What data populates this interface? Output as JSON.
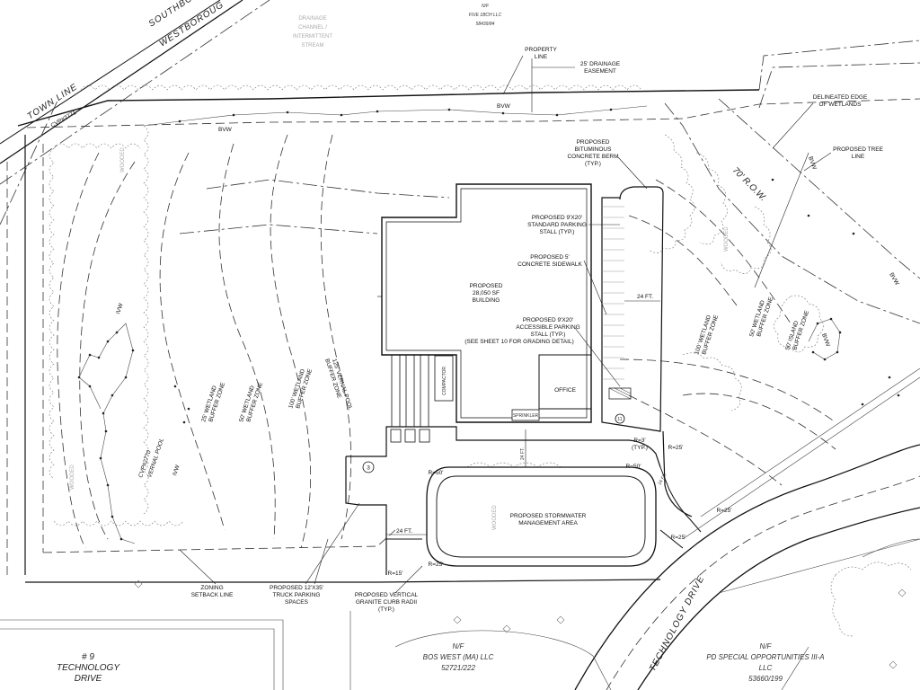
{
  "labels": {
    "town_line": "TOWN LINE",
    "southborough": "SOUTHBO",
    "westborough": "WESTBOROUG",
    "drainage_channel": [
      "DRAINAGE",
      "CHANNEL /",
      "INTERMITTENT",
      "STREAM"
    ],
    "north_owner": [
      "N/F",
      "FIVE 1BCH LLC",
      "58439/84"
    ],
    "property_line": [
      "PROPERTY",
      "LINE"
    ],
    "drainage_easement": [
      "25' DRAINAGE",
      "EASEMENT"
    ],
    "delineated_wetlands": [
      "DELINEATED EDGE",
      "OF WETLANDS"
    ],
    "proposed_tree_line": [
      "PROPOSED TREE",
      "LINE"
    ],
    "bituminous_berm": [
      "PROPOSED",
      "BITUMINOUS",
      "CONCRETE BERM",
      "(TYP.)"
    ],
    "row": "70' R.O.W.",
    "standard_stall": [
      "PROPOSED 9'X20'",
      "STANDARD PARKING",
      "STALL (TYP.)"
    ],
    "sidewalk": [
      "PROPOSED 5'",
      "CONCRETE SIDEWALK"
    ],
    "building": [
      "PROPOSED",
      "28,050 SF",
      "BUILDING"
    ],
    "accessible_stall": [
      "PROPOSED 9'X20'",
      "ACCESSIBLE PARKING",
      "STALL (TYP.)",
      "(SEE SHEET 10 FOR GRADING DETAIL)"
    ],
    "office": "OFFICE",
    "compactor": "COMPACTOR",
    "sprinkler": "SPRINKLER",
    "stormwater": [
      "PROPOSED STORMWATER",
      "MANAGEMENT AREA"
    ],
    "zoning_setback": [
      "ZONING",
      "SETBACK LINE"
    ],
    "truck_parking": [
      "PROPOSED 12'X35'",
      "TRUCK PARKING",
      "SPACES"
    ],
    "curb_radii": [
      "PROPOSED VERTICAL",
      "GRANITE CURB RADII",
      "(TYP.)"
    ],
    "technology_drive": "TECHNOLOGY DRIVE",
    "nine_tech": [
      "# 9",
      "TECHNOLOGY",
      "DRIVE"
    ],
    "bos_west": [
      "N/F",
      "BOS WEST (MA) LLC",
      "52721/222"
    ],
    "pd_special": [
      "N/F",
      "PD SPECIAL OPPORTUNITIES III-A",
      "LLC",
      "53660/199"
    ],
    "vernal_pool": [
      "CVP#2770",
      "VERNAL POOL"
    ],
    "cvp_top": "CVP#2771",
    "wooded": "WOODED",
    "bvw": "BVW",
    "ivw": "IVW",
    "buffer_25": [
      "25' WETLAND",
      "BUFFER ZONE"
    ],
    "buffer_50": [
      "50' WETLAND",
      "BUFFER ZONE"
    ],
    "buffer_100": [
      "100' WETLAND",
      "BUFFER ZONE"
    ],
    "buffer_125_vp": [
      "125' VERNAL POOL",
      "BUFFER ZONE"
    ],
    "buffer_50_island": [
      "50' ISLAND",
      "BUFFER ZONE"
    ],
    "dim_24ft": "24 FT.",
    "r50": "R=50'",
    "r25": "R=25'",
    "r15": "R=15'",
    "r3": [
      "R=3'",
      "(TYP.)"
    ],
    "circle_3": "3",
    "circle_11": "11"
  }
}
